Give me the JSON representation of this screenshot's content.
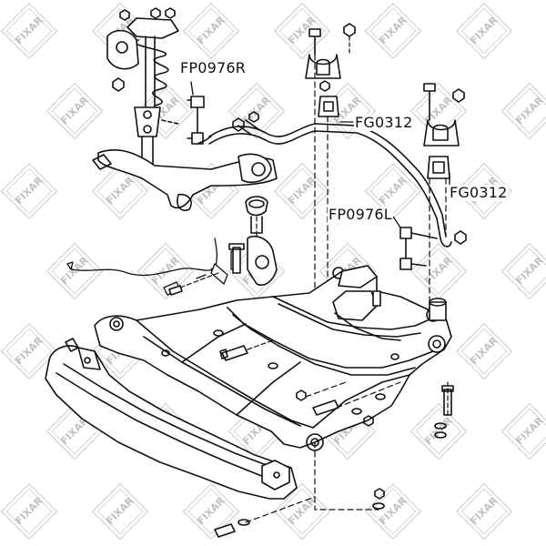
{
  "callouts": [
    {
      "id": "fp0976r",
      "label": "FP0976R"
    },
    {
      "id": "fg0312_top",
      "label": "FG0312"
    },
    {
      "id": "fg0312_right",
      "label": "FG0312"
    },
    {
      "id": "fp0976l",
      "label": "FP0976L"
    }
  ],
  "watermark": {
    "text": "FIXAR"
  },
  "colors": {
    "line": "#111111",
    "watermark": "#c8c8c8"
  }
}
